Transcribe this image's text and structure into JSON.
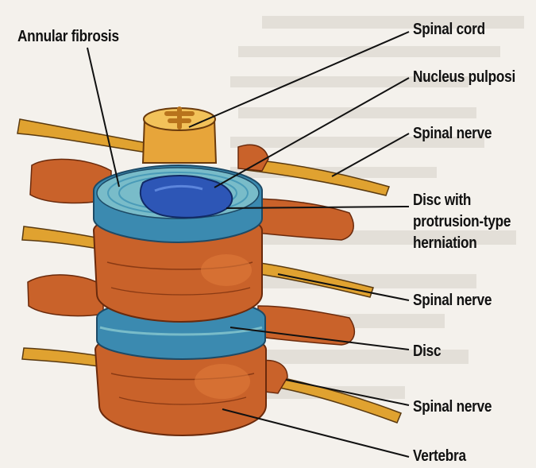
{
  "labels": {
    "annular_fibrosis": "Annular fibrosis",
    "spinal_cord": "Spinal cord",
    "nucleus_pulposi": "Nucleus pulposi",
    "spinal_nerve_top": "Spinal nerve",
    "disc_herniation_line1": "Disc with",
    "disc_herniation_line2": "protrusion-type",
    "disc_herniation_line3": "herniation",
    "spinal_nerve_middle": "Spinal nerve",
    "disc": "Disc",
    "spinal_nerve_bottom": "Spinal nerve",
    "vertebra": "Vertebra"
  },
  "colors": {
    "bone": "#c9622a",
    "bone_dark": "#8a3a14",
    "disc_ring": "#3b8ab0",
    "disc_light": "#79bcc9",
    "nucleus": "#2d56b6",
    "nerve": "#e0a230",
    "cord": "#e7a53a",
    "background": "#f4f1ec"
  }
}
